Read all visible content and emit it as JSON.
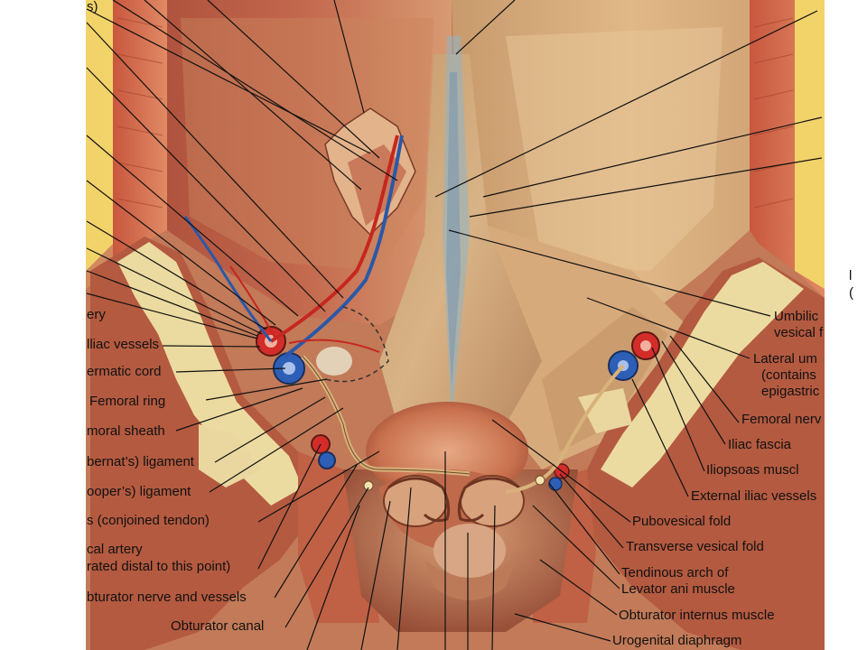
{
  "labels_left": [
    {
      "id": "top-s",
      "text": "s)"
    },
    {
      "id": "artery",
      "text": "ery"
    },
    {
      "id": "iliac-vessels",
      "text": "lliac vessels"
    },
    {
      "id": "spermatic-cord",
      "text": "ermatic cord"
    },
    {
      "id": "femoral-ring",
      "text": "Femoral ring"
    },
    {
      "id": "femoral-sheath",
      "text": "moral sheath"
    },
    {
      "id": "gimbernat",
      "text": "bernat’s) ligament"
    },
    {
      "id": "cooper",
      "text": "ooper’s) ligament"
    },
    {
      "id": "conjoined",
      "text": "s (conjoined tendon)"
    },
    {
      "id": "cal-artery",
      "text": "cal artery"
    },
    {
      "id": "rated-distal",
      "text": "rated distal to this point)"
    },
    {
      "id": "obturator-nerve",
      "text": "bturator nerve and vessels"
    },
    {
      "id": "obturator-canal",
      "text": "Obturator canal"
    }
  ],
  "labels_right": [
    {
      "id": "umbilic",
      "text": "Umbilic"
    },
    {
      "id": "vesical",
      "text": "vesical f"
    },
    {
      "id": "lateral-um",
      "text": "Lateral um"
    },
    {
      "id": "contains",
      "text": "(contains"
    },
    {
      "id": "epigastric",
      "text": "epigastric"
    },
    {
      "id": "femoral-nerve",
      "text": "Femoral nerv"
    },
    {
      "id": "iliac-fascia",
      "text": "Iliac fascia"
    },
    {
      "id": "iliopsoas",
      "text": "Iliopsoas muscl"
    },
    {
      "id": "external-iliac",
      "text": "External iliac vessels"
    },
    {
      "id": "pubovesical",
      "text": "Pubovesical fold"
    },
    {
      "id": "transverse-vesical",
      "text": "Transverse vesical fold"
    },
    {
      "id": "tendinous-arch",
      "text": "Tendinous arch of"
    },
    {
      "id": "levator-ani",
      "text": "Levator ani muscle"
    },
    {
      "id": "obturator-internus",
      "text": "Obturator internus muscle"
    },
    {
      "id": "urogenital",
      "text": "Urogenital diaphragm"
    },
    {
      "id": "edge-l1",
      "text": "l"
    },
    {
      "id": "edge-l2",
      "text": "("
    }
  ]
}
